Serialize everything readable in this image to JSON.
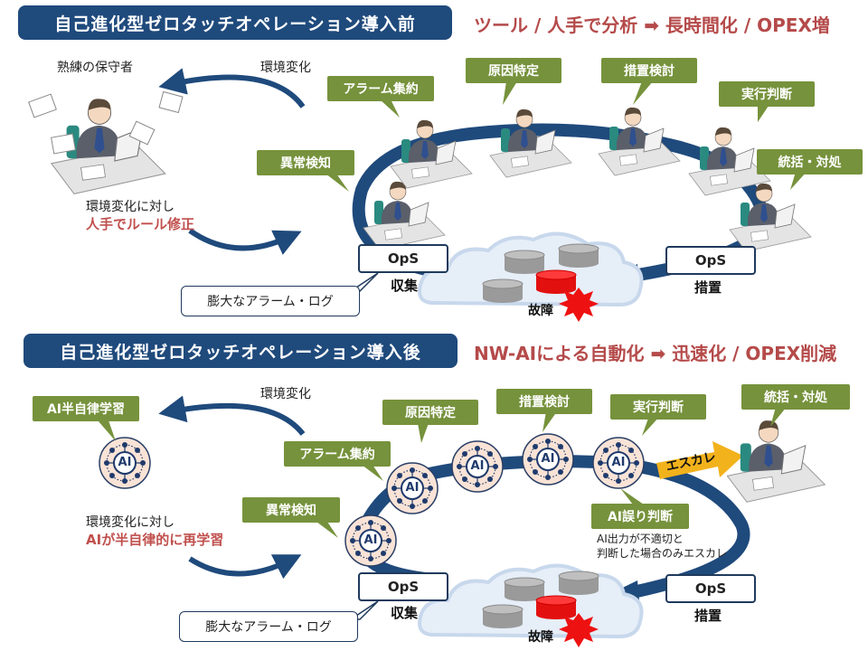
{
  "before": {
    "title": "自己進化型ゼロタッチオペレーション導入前",
    "headline": "ツール / 人手で分析 ➡ 長時間化 / OPEX増",
    "maintainer_label": "熟練の保守者",
    "env_change": "環境変化",
    "env_change_note": "環境変化に対し",
    "manual_fix": "人手でルール修正",
    "steps": [
      "異常検知",
      "アラーム集約",
      "原因特定",
      "措置検討",
      "実行判断",
      "統括・対処"
    ],
    "ops_collect": {
      "box": "OpS",
      "label": "収集"
    },
    "ops_action": {
      "box": "OpS",
      "label": "措置"
    },
    "log_label": "膨大なアラーム・ログ",
    "fault_label": "故障"
  },
  "after": {
    "title": "自己進化型ゼロタッチオペレーション導入後",
    "headline": "NW-AIによる自動化 ➡ 迅速化 / OPEX削減",
    "ai_learning": "AI半自律学習",
    "env_change": "環境変化",
    "env_change_note": "環境変化に対し",
    "ai_relearn": "AIが半自律的に再学習",
    "steps": [
      "異常検知",
      "アラーム集約",
      "原因特定",
      "措置検討",
      "実行判断",
      "統括・対処"
    ],
    "escalate": "エスカレ",
    "ai_error": "AI誤り判断",
    "ai_error_note_1": "AI出力が不適切と",
    "ai_error_note_2": "判断した場合のみエスカレ",
    "ai_icon_text": "AI",
    "ops_collect": {
      "box": "OpS",
      "label": "収集"
    },
    "ops_action": {
      "box": "OpS",
      "label": "措置"
    },
    "log_label": "膨大なアラーム・ログ",
    "fault_label": "故障"
  },
  "colors": {
    "navy": "#1f4a7c",
    "olive": "#76923c",
    "red_text": "#c0504d",
    "fault_red": "#ee1111",
    "escalate_yellow": "#f2b21c",
    "ai_fill": "#f9e3d6"
  }
}
